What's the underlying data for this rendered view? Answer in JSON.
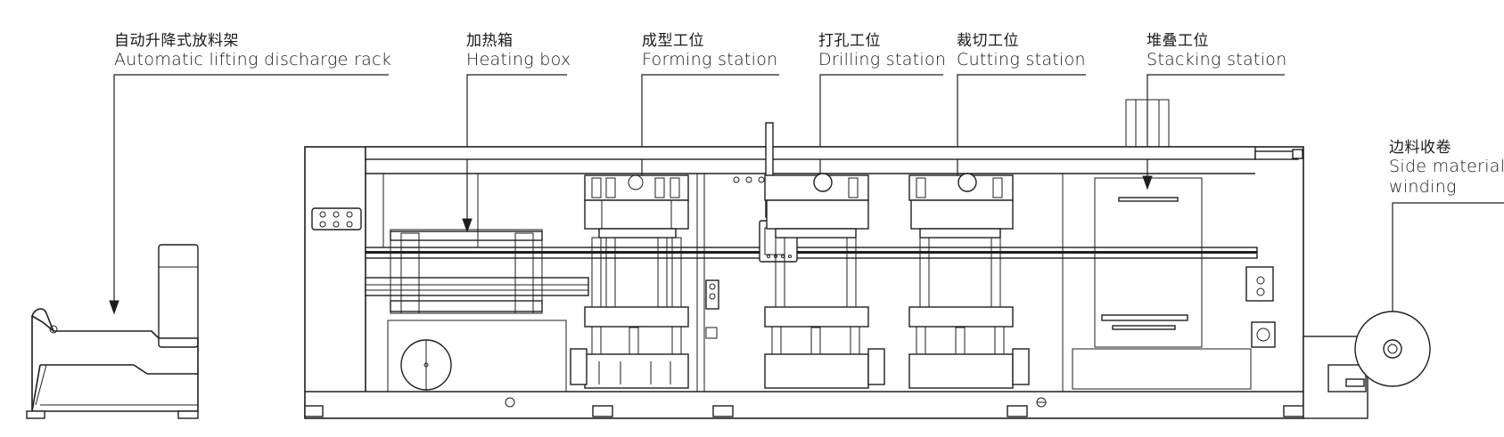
{
  "callouts": [
    {
      "id": "rack",
      "zh": "自动升降式放料架",
      "en": "Automatic lifting discharge rack"
    },
    {
      "id": "heating",
      "zh": "加热箱",
      "en": "Heating box"
    },
    {
      "id": "forming",
      "zh": "成型工位",
      "en": "Forming station"
    },
    {
      "id": "drilling",
      "zh": "打孔工位",
      "en": "Drilling station"
    },
    {
      "id": "cutting",
      "zh": "裁切工位",
      "en": "Cutting station"
    },
    {
      "id": "stacking",
      "zh": "堆叠工位",
      "en": "Stacking station"
    },
    {
      "id": "winding",
      "zh": "边料收卷",
      "en": [
        "Side material",
        "winding"
      ]
    }
  ],
  "colors": {
    "line": "#1e1e1e",
    "background": "#ffffff"
  }
}
